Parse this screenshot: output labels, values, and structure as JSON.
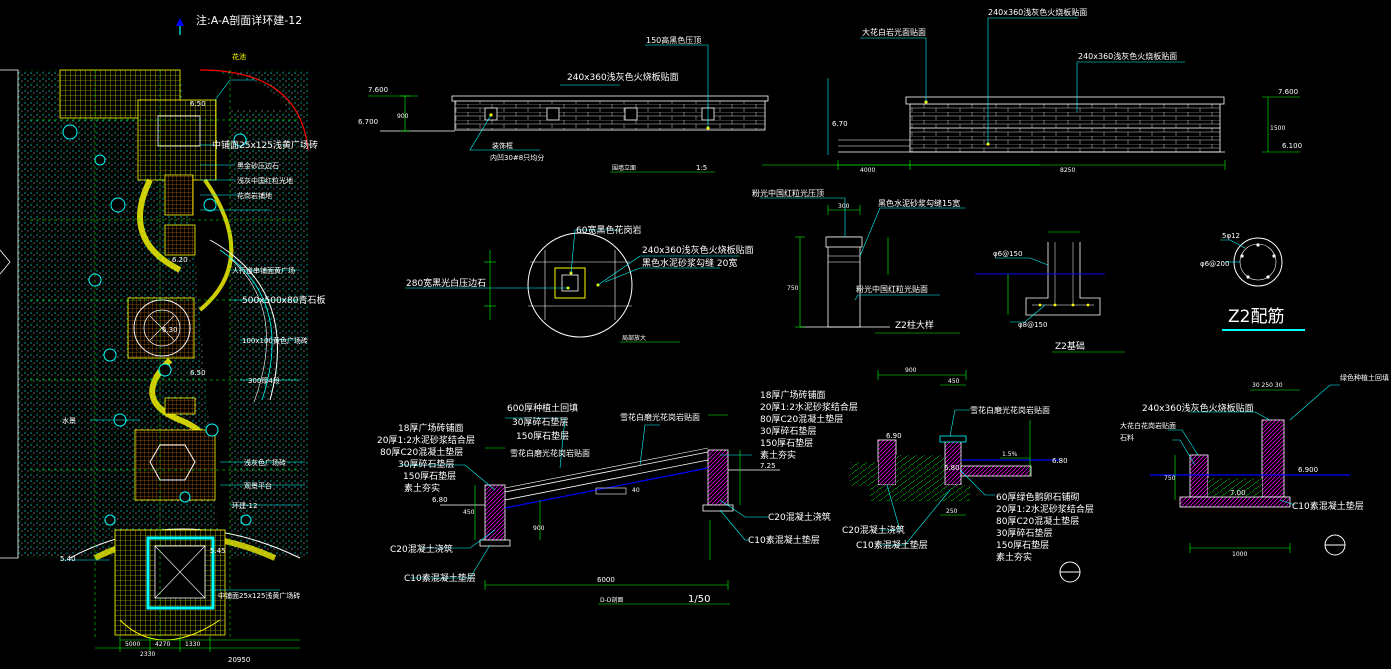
{
  "colors": {
    "background": "#000000",
    "line": "#ffffff",
    "dim": "#00ff00",
    "text": "#ffffff",
    "hatch": "#ff00ff",
    "paving": "#ffff00",
    "water": "#00ffff",
    "leader": "#00ffff",
    "boundary": "#ff0000",
    "blue": "#0000ff",
    "accent": "#ffff00"
  },
  "plan": {
    "note": "注:A-A剖面详环建-12",
    "labels": {
      "l1": "中铺面25x125浅黄广场砖",
      "l2": "黑金砂压边石",
      "l3": "浅灰中国红粒光地",
      "l4": "花岗岩铺地",
      "l5": "人行道串铺面黄广场",
      "l6": "500x500x80青石板",
      "l7": "100x100黄色广场砖",
      "l8": "300厚4段",
      "l9": "浅灰色广场砖",
      "l10": "观景平台",
      "l11": "环建-12",
      "l12": "中铺面25x125浅黄广场砖",
      "l13": "花池",
      "l14": "水景"
    },
    "levels": {
      "lv1": "5.40",
      "lv2": "6.50",
      "lv3": "6.30",
      "lv4": "6.20",
      "lv5": "6.50",
      "lv6": "5.45"
    },
    "dims": {
      "d1": "5000",
      "d2": "4270",
      "d3": "1330",
      "d4": "2330",
      "d5": "20950"
    }
  },
  "wall_elev_left": {
    "label_top": "150高黑色压顶",
    "label_face": "240x360浅灰色火烧板贴面",
    "label_niche": "装饰框",
    "label_niche2": "内凹30#8只均分",
    "title": "围墙立面",
    "scale": "1:5",
    "lv_top": "7.600",
    "lv_base": "6.700",
    "dim_h": "900"
  },
  "wall_elev_right": {
    "label_cap": "大花白岩光面贴面",
    "label_face1": "240x360浅灰色火烧板贴面",
    "label_face2": "240x360浅灰色火烧板贴面",
    "lv_top": "7.600",
    "lv_mid": "6.70",
    "lv_base": "6.100",
    "dim_w1": "4000",
    "dim_w2": "8250",
    "dim_h": "1500"
  },
  "detail_circle": {
    "label1": "60宽黑色花岗岩",
    "label2": "240x360浅灰色火烧板贴面",
    "label3": "黑色水泥砂浆勾缝 20宽",
    "label4": "280宽黑光白压边石",
    "title": "局部放大"
  },
  "column": {
    "label_top": "粉光中国红粒光压顶",
    "label_mid": "黑色水泥砂浆勾缝15宽",
    "label_side": "粉光中国红粒光贴面",
    "dim_w": "300",
    "dim_h": "750",
    "title": "Z2柱大样"
  },
  "footing": {
    "label1": "φ6@150",
    "label2": "φ8@150",
    "title": "Z2基础"
  },
  "rebar": {
    "label1": "5φ12",
    "label2": "φ6@200",
    "title": "Z2配筋"
  },
  "section_dd": {
    "left_layers": [
      "18厚广场砖铺面",
      "20厚1:2水泥砂浆结合层",
      "80厚C20混凝土垫层",
      "30厚碎石垫层",
      "150厚石垫层",
      "素土夯实"
    ],
    "right_layers": [
      "18厚广场砖铺面",
      "20厚1:2水泥砂浆结合层",
      "80厚C20混凝土垫层",
      "30厚碎石垫层",
      "150厚石垫层",
      "素土夯实"
    ],
    "top_layers": [
      "600厚种植土回填",
      "30厚碎石垫层",
      "150厚石垫层"
    ],
    "rail_left": "雪花白磨光花岗岩贴面",
    "rail_right": "雪花白磨光花岗岩贴面",
    "c20_left": "C20混凝土浇筑",
    "c20_right": "C20混凝土浇筑",
    "c10_left": "C10素混凝土垫层",
    "c10_right": "C10素混凝土垫层",
    "lv_left": "6.80",
    "lv_right": "7.25",
    "dim_total": "6000",
    "dim_h": "450",
    "dim_w": "40",
    "dim_h2": "900",
    "title": "D-D剖面",
    "scale": "1/50"
  },
  "section_pool": {
    "label_cap": "雪花白磨光花岗岩贴面",
    "lv1": "6.90",
    "lv2": "6.80",
    "lv3": "6.80",
    "label_c20": "C20混凝土浇筑",
    "label_c10": "C10素混凝土垫层",
    "layers": [
      "60厚绿色鹅卵石铺砌",
      "20厚1:2水泥砂浆结合层",
      "80厚C20混凝土垫层",
      "30厚碎石垫层",
      "150厚石垫层",
      "素土夯实"
    ],
    "dim_w1": "900",
    "dim_w2": "450",
    "dim_w3": "250",
    "slope": "1.5%"
  },
  "section_bed": {
    "label1": "240x360浅灰色火烧板贴面",
    "label2": "大花白花岗岩贴面",
    "label3": "石料",
    "label4": "绿色种植土回填",
    "label5": "C10素混凝土垫层",
    "lv1": "6.900",
    "lv2": "7.00",
    "dim_w": "1000",
    "dim_top": "30 250 30",
    "dim_h": "750"
  }
}
